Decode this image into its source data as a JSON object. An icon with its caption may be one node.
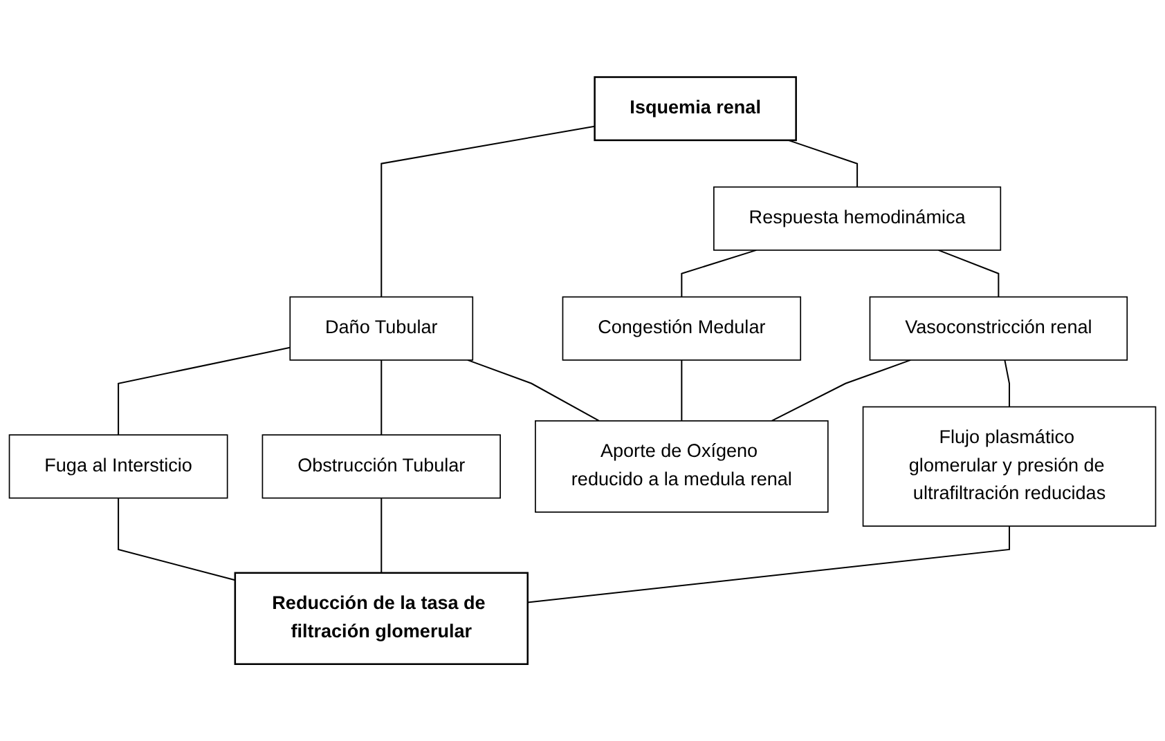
{
  "diagram": {
    "nodes": [
      {
        "text": [
          "Isquemia renal"
        ]
      },
      {
        "text": [
          "Respuesta hemodinámica"
        ]
      },
      {
        "text": [
          "Daño Tubular"
        ]
      },
      {
        "text": [
          "Vasoconstricción renal"
        ]
      },
      {
        "text": [
          "Congestión Medular"
        ]
      },
      {
        "text": [
          "Obstrucción Tubular"
        ]
      },
      {
        "text": [
          "Fuga al Intersticio"
        ]
      },
      {
        "text": [
          "Aporte de Oxígeno reducido a la medula renal"
        ]
      },
      {
        "text": [
          "Flujo plasmático glomerular y presión de ultrafiltración reducidas"
        ]
      },
      {
        "text": [
          "Reducción de la tasa de filtración glomerular"
        ]
      }
    ],
    "edges": [
      {
        "from": 0,
        "to": 1,
        "arrow": "none"
      },
      {
        "from": 0,
        "to": 2,
        "arrow": "none"
      },
      {
        "from": 1,
        "to": 3,
        "arrow": "none"
      },
      {
        "from": 1,
        "to": 4,
        "arrow": "none"
      },
      {
        "from": 3,
        "to": 7,
        "arrow": "none"
      },
      {
        "from": 4,
        "to": 7,
        "arrow": "none"
      },
      {
        "from": 2,
        "to": 7,
        "arrow": "none"
      },
      {
        "from": 2,
        "to": 5,
        "arrow": "none"
      },
      {
        "from": 2,
        "to": 6,
        "arrow": "none"
      },
      {
        "from": 3,
        "to": 8,
        "arrow": "none"
      },
      {
        "from": 8,
        "to": 9,
        "arrow": "none"
      },
      {
        "from": 5,
        "to": 9,
        "arrow": "none"
      },
      {
        "from": 6,
        "to": 9,
        "arrow": "none"
      }
    ]
  }
}
